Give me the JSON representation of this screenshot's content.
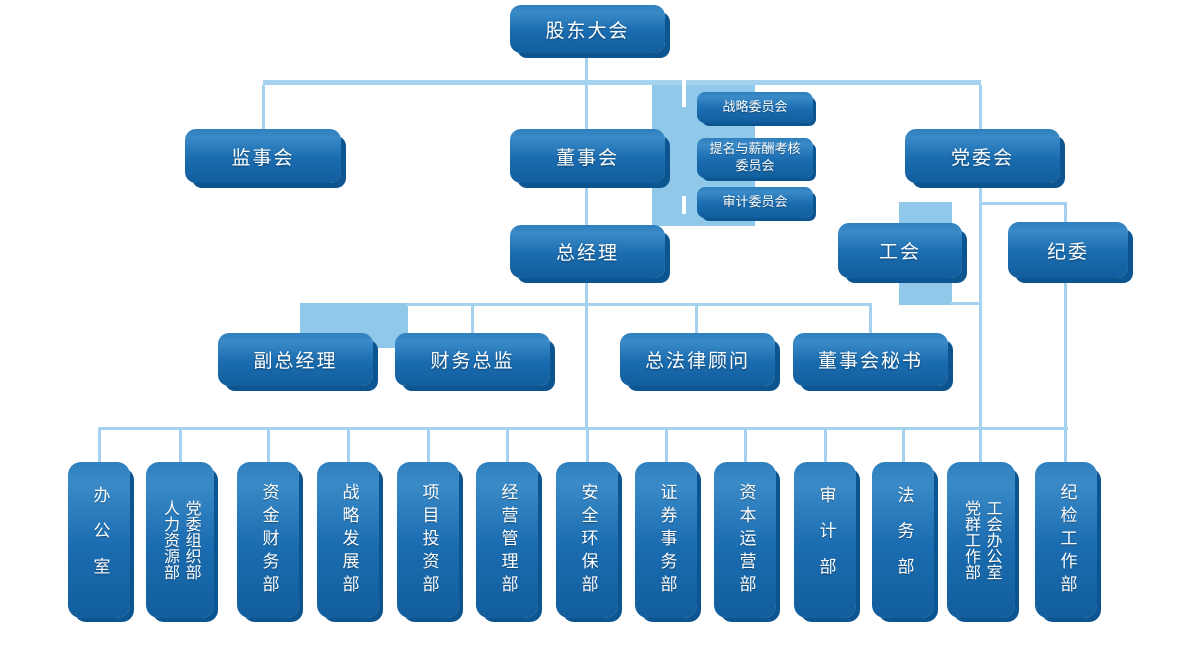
{
  "org": {
    "level1": {
      "shareholders": "股东大会"
    },
    "level2": {
      "supervisory": "监事会",
      "board": "董事会",
      "party": "党委会"
    },
    "board_committees": [
      "战略委员会",
      "提名与薪酬考核\n委员会",
      "审计委员会"
    ],
    "level3": {
      "general_manager": "总经理",
      "labor_union": "工会",
      "discipline_commission": "纪委"
    },
    "level4": [
      "副总经理",
      "财务总监",
      "总法律顾问",
      "董事会秘书"
    ],
    "departments": [
      "办公室",
      "党委组织部\n人力资源部",
      "资金财务部",
      "战略发展部",
      "项目投资部",
      "经营管理部",
      "安全环保部",
      "证券事务部",
      "资本运营部",
      "审计部",
      "法务部",
      "工会办公室\n党群工作部",
      "纪检工作部"
    ]
  },
  "colors": {
    "node_fill_top": "#3a8ac7",
    "node_fill_bottom": "#125e9d",
    "node_shadow": "#0d5591",
    "connector_line": "#a5d2ee",
    "connector_band": "#8fc8e9",
    "text": "#ffffff",
    "background": "#ffffff"
  }
}
